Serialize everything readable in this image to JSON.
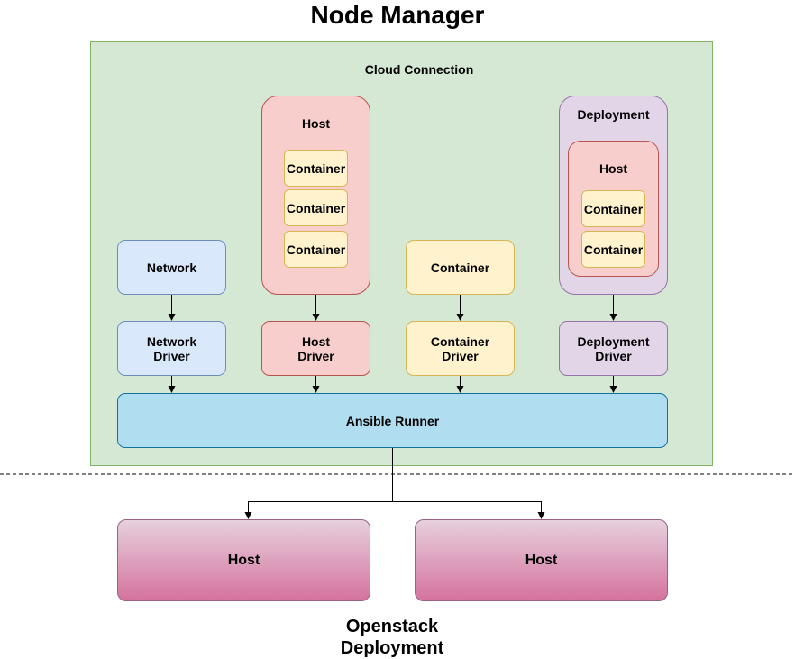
{
  "diagram": {
    "title": "Node Manager",
    "cloud_label": "Cloud Connection",
    "host_group": {
      "label": "Host",
      "containers": [
        "Container",
        "Container",
        "Container"
      ]
    },
    "deployment_group": {
      "label": "Deployment",
      "host_label": "Host",
      "containers": [
        "Container",
        "Container"
      ]
    },
    "network_label": "Network",
    "container_label": "Container",
    "drivers": {
      "network": "Network\nDriver",
      "host": "Host\nDriver",
      "container": "Container\nDriver",
      "deployment": "Deployment\nDriver"
    },
    "runner_label": "Ansible Runner",
    "external_hosts": [
      "Host",
      "Host"
    ],
    "footer_label": "Openstack\nDeployment"
  },
  "colors": {
    "cloud_fill": "#d5e8d4",
    "cloud_border": "#82b366",
    "host_fill": "#f8cecc",
    "host_border": "#b85450",
    "container_fill": "#fff2cc",
    "container_border": "#d6b656",
    "network_fill": "#dae8fc",
    "network_border": "#6c8ebf",
    "deployment_fill": "#e1d5e7",
    "deployment_border": "#9673a6",
    "runner_fill": "#b1ddf0",
    "runner_border": "#10739e",
    "ext_host_top": "#e6d0de",
    "ext_host_bottom": "#d5739d",
    "ext_host_border": "#996185"
  }
}
